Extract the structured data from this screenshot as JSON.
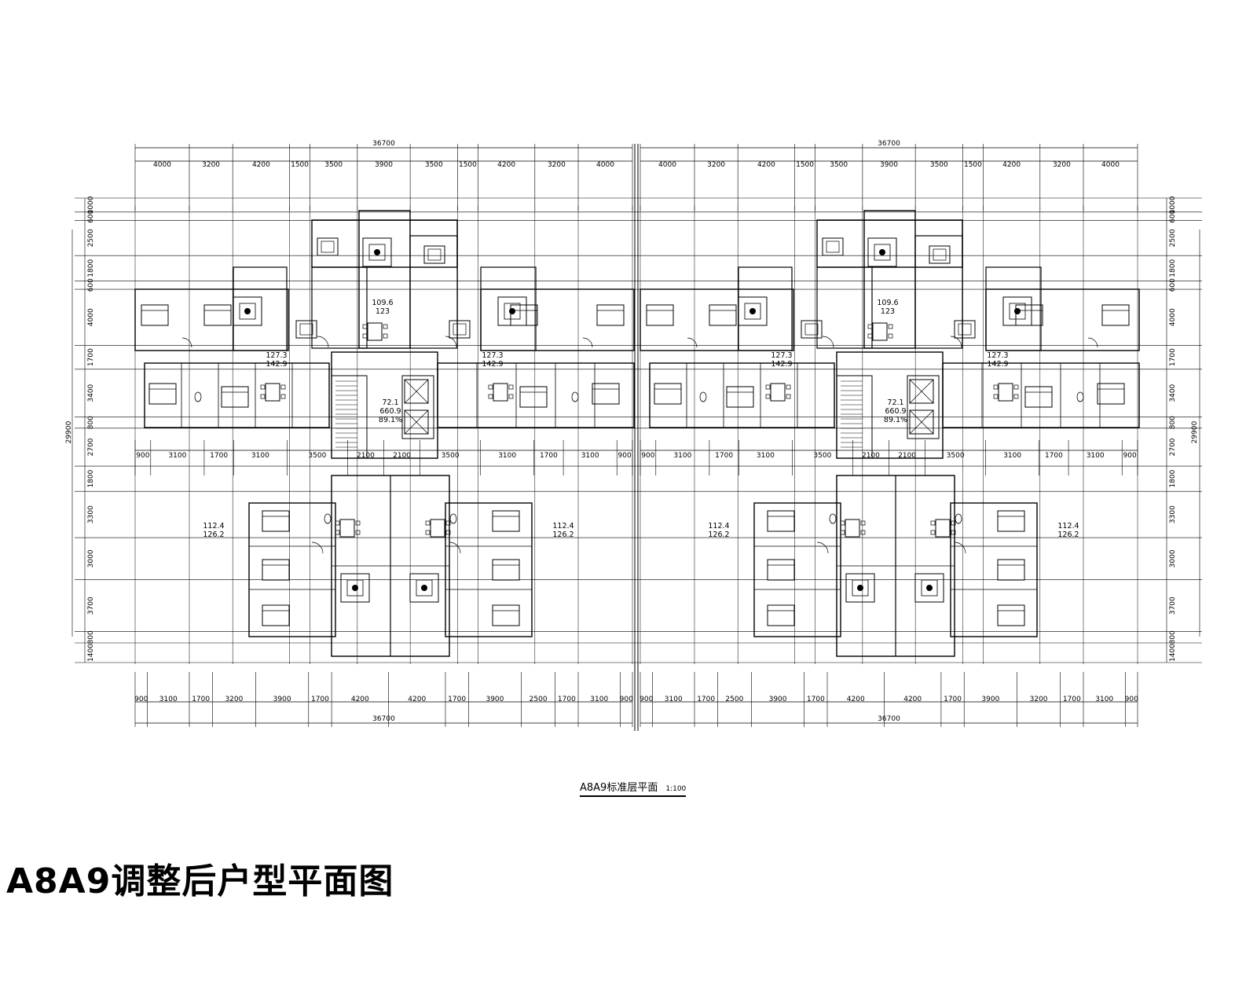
{
  "page": {
    "title": "A8A9调整后户型平面图",
    "drawing_title": "A8A9标准层平面",
    "scale_label": "1:100"
  },
  "colors": {
    "line": "#000000",
    "background": "#ffffff"
  },
  "dimensions": {
    "total_width": "36700",
    "total_depth": "29900",
    "top_segments": [
      "4000",
      "3200",
      "4200",
      "1500",
      "3500",
      "3900",
      "3500",
      "1500",
      "4200",
      "3200",
      "4000"
    ],
    "middle_segments_left": [
      "900",
      "3100",
      "1700",
      "3100",
      "3500",
      "2100",
      "2100",
      "3500",
      "3100",
      "1700",
      "3100",
      "900"
    ],
    "middle_segments_right": [
      "900",
      "3100",
      "1700",
      "3100",
      "3500",
      "2100",
      "2100",
      "3500",
      "3100",
      "1700",
      "3100",
      "900"
    ],
    "bottom_segments_left": [
      "900",
      "3100",
      "1700",
      "3200",
      "3900",
      "1700",
      "4200",
      "4200",
      "1700",
      "3900",
      "2500",
      "1700",
      "3100",
      "900"
    ],
    "bottom_segments_right": [
      "900",
      "3100",
      "1700",
      "2500",
      "3900",
      "1700",
      "4200",
      "4200",
      "1700",
      "3900",
      "3200",
      "1700",
      "3100",
      "900"
    ],
    "side_segments": [
      "1000",
      "600",
      "2500",
      "1800",
      "600",
      "4000",
      "1700",
      "3400",
      "800",
      "2700",
      "1800",
      "3300",
      "3000",
      "3700",
      "800",
      "1400"
    ]
  },
  "area_labels": {
    "north_center": [
      "109.6",
      "123"
    ],
    "west_wing": [
      "127.3",
      "142.9"
    ],
    "east_wing": [
      "127.3",
      "142.9"
    ],
    "core": [
      "72.1",
      "660.9",
      "89.1%"
    ],
    "south_outer": [
      "112.4",
      "126.2"
    ]
  },
  "furniture_icons": [
    "sofa-set-icon",
    "armchair-icon",
    "dining-table-icon",
    "bed-icon",
    "toilet-icon",
    "stair-icon",
    "elevator-icon",
    "door-swing-icon"
  ]
}
